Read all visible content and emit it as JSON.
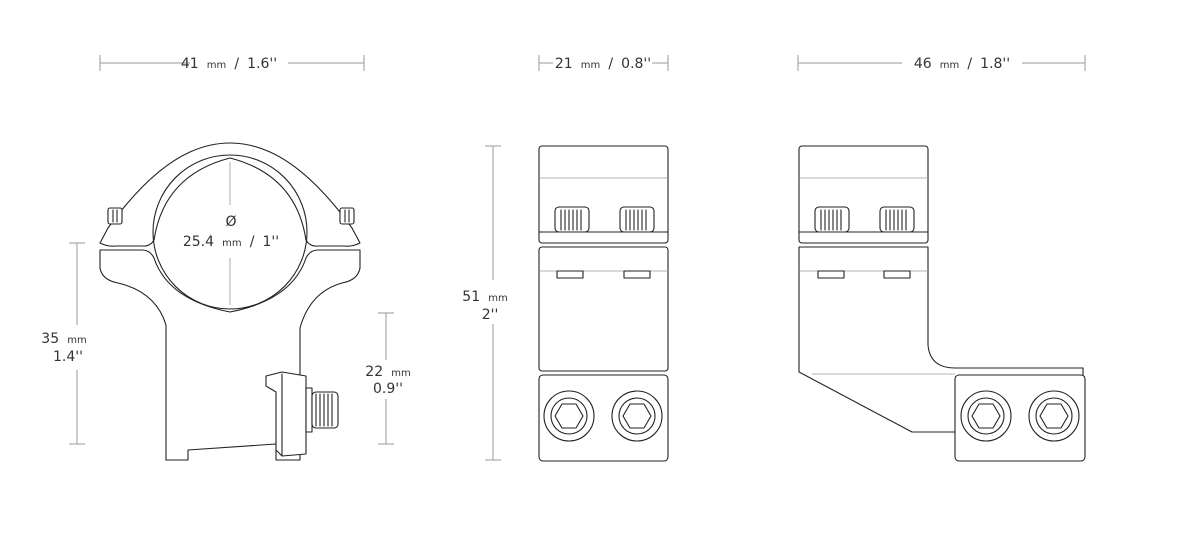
{
  "dimensions": {
    "front_width": {
      "value": "41",
      "unit": "mm",
      "imperial": "1.6''"
    },
    "side_width": {
      "value": "21",
      "unit": "mm",
      "imperial": "0.8''"
    },
    "offset_width": {
      "value": "46",
      "unit": "mm",
      "imperial": "1.8''"
    },
    "ring_diameter": {
      "symbol": "Ø",
      "value": "25.4",
      "unit": "mm",
      "imperial": "1''"
    },
    "center_height": {
      "value": "35",
      "unit": "mm",
      "imperial": "1.4''"
    },
    "base_height": {
      "value": "22",
      "unit": "mm",
      "imperial": "0.9''"
    },
    "total_height": {
      "value": "51",
      "unit": "mm",
      "imperial": "2''"
    }
  },
  "separator": "/",
  "colors": {
    "line": "#222222",
    "dimension": "#9a9a9a",
    "text": "#333333"
  }
}
